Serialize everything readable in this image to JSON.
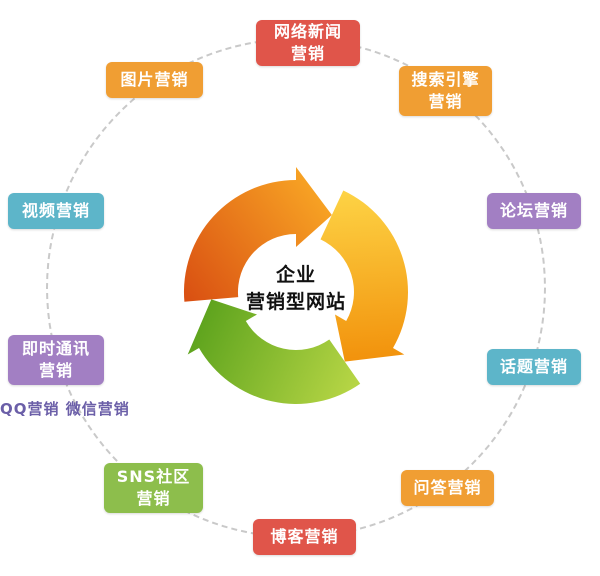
{
  "center": {
    "line1": "企业",
    "line2": "营销型网站"
  },
  "side_text": "QQ营销  微信营销",
  "nodes": [
    {
      "id": "network-news-marketing",
      "label": "网络新闻营销",
      "lines": [
        "网络新闻",
        "营销"
      ],
      "color": "#e0554a"
    },
    {
      "id": "search-engine-marketing",
      "label": "搜索引擎营销",
      "lines": [
        "搜索引擎",
        "营销"
      ],
      "color": "#f09e33"
    },
    {
      "id": "forum-marketing",
      "label": "论坛营销",
      "lines": [
        "论坛营销"
      ],
      "color": "#a27fc3"
    },
    {
      "id": "topic-marketing",
      "label": "话题营销",
      "lines": [
        "话题营销"
      ],
      "color": "#5db5c9"
    },
    {
      "id": "qa-marketing",
      "label": "问答营销",
      "lines": [
        "问答营销"
      ],
      "color": "#f09e33"
    },
    {
      "id": "blog-marketing",
      "label": "博客营销",
      "lines": [
        "博客营销"
      ],
      "color": "#e0554a"
    },
    {
      "id": "sns-community-marketing",
      "label": "SNS社区营销",
      "lines": [
        "SNS社区",
        "营销"
      ],
      "color": "#8dbe4c"
    },
    {
      "id": "instant-messaging-marketing",
      "label": "即时通讯营销",
      "lines": [
        "即时通讯",
        "营销"
      ],
      "color": "#a27fc3"
    },
    {
      "id": "video-marketing",
      "label": "视频营销",
      "lines": [
        "视频营销"
      ],
      "color": "#5db5c9"
    },
    {
      "id": "image-marketing",
      "label": "图片营销",
      "lines": [
        "图片营销"
      ],
      "color": "#f09e33"
    }
  ],
  "colors": {
    "red": "#e0554a",
    "orange": "#f09e33",
    "purple": "#a27fc3",
    "teal": "#5db5c9",
    "green": "#8dbe4c",
    "arrow_orange_start": "#d94f12",
    "arrow_orange_end": "#f9a825",
    "arrow_yellow_start": "#fdd244",
    "arrow_yellow_end": "#f2930d",
    "arrow_green_start": "#b6d545",
    "arrow_green_end": "#5fa41e",
    "dashed_circle": "#c9c9c9",
    "side_text_color": "#6b5fa8"
  }
}
